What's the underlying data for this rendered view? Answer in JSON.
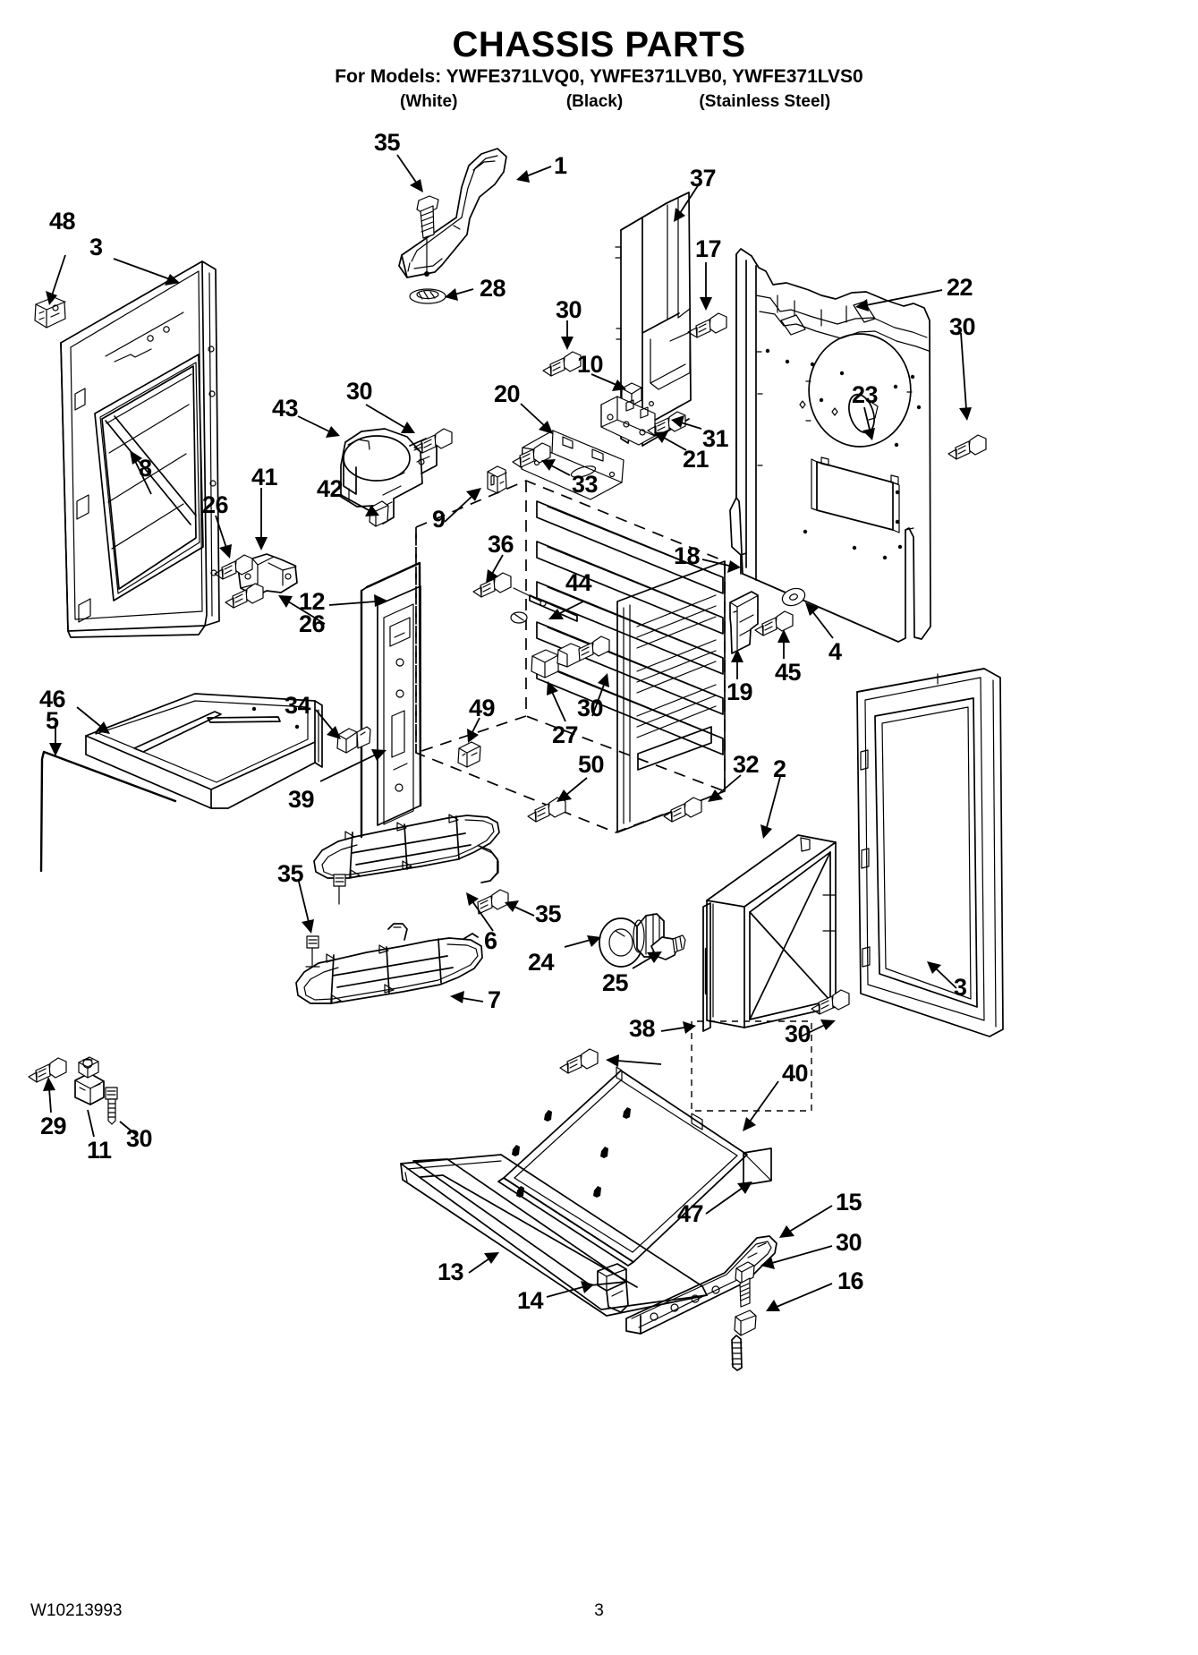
{
  "document": {
    "title": "CHASSIS PARTS",
    "models_label": "For Models:",
    "models": "YWFE371LVQ0, YWFE371LVB0, YWFE371LVS0",
    "models_line": "For Models: YWFE371LVQ0, YWFE371LVB0, YWFE371LVS0",
    "colors": {
      "white": "(White)",
      "black": "(Black)",
      "stainless": "(Stainless Steel)"
    },
    "footer": {
      "part_number": "W10213993",
      "page_number": "3"
    }
  },
  "callouts": [
    {
      "id": "c48",
      "label": "48"
    },
    {
      "id": "c3a",
      "label": "3"
    },
    {
      "id": "c35a",
      "label": "35"
    },
    {
      "id": "c1",
      "label": "1"
    },
    {
      "id": "c37",
      "label": "37"
    },
    {
      "id": "c28",
      "label": "28"
    },
    {
      "id": "c17",
      "label": "17"
    },
    {
      "id": "c22",
      "label": "22"
    },
    {
      "id": "c30top",
      "label": "30"
    },
    {
      "id": "c30a",
      "label": "30"
    },
    {
      "id": "c10",
      "label": "10"
    },
    {
      "id": "c8",
      "label": "8"
    },
    {
      "id": "c20",
      "label": "20"
    },
    {
      "id": "c31",
      "label": "31"
    },
    {
      "id": "c23",
      "label": "23"
    },
    {
      "id": "c43",
      "label": "43"
    },
    {
      "id": "c30b",
      "label": "30"
    },
    {
      "id": "c21",
      "label": "21"
    },
    {
      "id": "c42",
      "label": "42"
    },
    {
      "id": "c33",
      "label": "33"
    },
    {
      "id": "c41",
      "label": "41"
    },
    {
      "id": "c26a",
      "label": "26"
    },
    {
      "id": "c9",
      "label": "9"
    },
    {
      "id": "c36",
      "label": "36"
    },
    {
      "id": "c18",
      "label": "18"
    },
    {
      "id": "c12",
      "label": "12"
    },
    {
      "id": "c26b",
      "label": "26"
    },
    {
      "id": "c44",
      "label": "44"
    },
    {
      "id": "c4",
      "label": "4"
    },
    {
      "id": "c45",
      "label": "45"
    },
    {
      "id": "c19",
      "label": "19"
    },
    {
      "id": "c46",
      "label": "46"
    },
    {
      "id": "c5",
      "label": "5"
    },
    {
      "id": "c34",
      "label": "34"
    },
    {
      "id": "c49",
      "label": "49"
    },
    {
      "id": "c30c",
      "label": "30"
    },
    {
      "id": "c27",
      "label": "27"
    },
    {
      "id": "c39",
      "label": "39"
    },
    {
      "id": "c50",
      "label": "50"
    },
    {
      "id": "c32",
      "label": "32"
    },
    {
      "id": "c2",
      "label": "2"
    },
    {
      "id": "c35b",
      "label": "35"
    },
    {
      "id": "c35c",
      "label": "35"
    },
    {
      "id": "c6",
      "label": "6"
    },
    {
      "id": "c24",
      "label": "24"
    },
    {
      "id": "c25",
      "label": "25"
    },
    {
      "id": "c38",
      "label": "38"
    },
    {
      "id": "c30d",
      "label": "30"
    },
    {
      "id": "c3b",
      "label": "3"
    },
    {
      "id": "c7",
      "label": "7"
    },
    {
      "id": "c40",
      "label": "40"
    },
    {
      "id": "c29",
      "label": "29"
    },
    {
      "id": "c11",
      "label": "11"
    },
    {
      "id": "c30e",
      "label": "30"
    },
    {
      "id": "c13",
      "label": "13"
    },
    {
      "id": "c14",
      "label": "14"
    },
    {
      "id": "c47",
      "label": "47"
    },
    {
      "id": "c15",
      "label": "15"
    },
    {
      "id": "c30f",
      "label": "30"
    },
    {
      "id": "c16",
      "label": "16"
    }
  ]
}
